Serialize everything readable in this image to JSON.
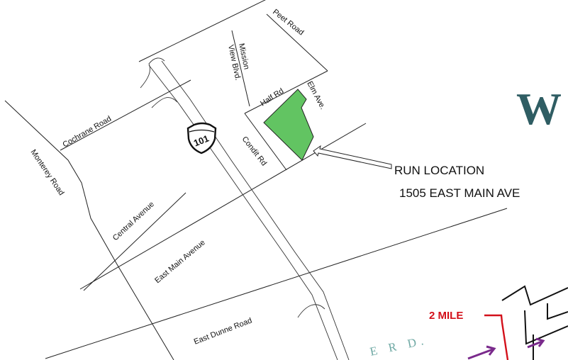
{
  "map": {
    "streets": {
      "peet_road": "Peet Road",
      "mission_view_1": "Mission",
      "mission_view_2": "View Blvd.",
      "half_rd": "Half Rd",
      "elm_ave": "Elm Ave.",
      "cochrane_road": "Cochrane Road",
      "condit_rd": "Condit Rd",
      "monterey_road": "Monterey Road",
      "central_avenue": "Central Avenue",
      "east_main_avenue": "East Main Avenue",
      "east_dunne_road": "East Dunne Road"
    },
    "highway": {
      "number": "101"
    },
    "callout": {
      "title": "RUN LOCATION",
      "address": "1505 EAST MAIN AVE"
    },
    "route": {
      "mile_marker": "2 MILE",
      "road_partial": "E R D.",
      "mile_color": "#d3101a",
      "route_color": "#7a2a8c"
    },
    "brand": {
      "partial_letter": "W",
      "color": "#2f5d63"
    },
    "colors": {
      "run_site_fill": "#62c462"
    }
  }
}
